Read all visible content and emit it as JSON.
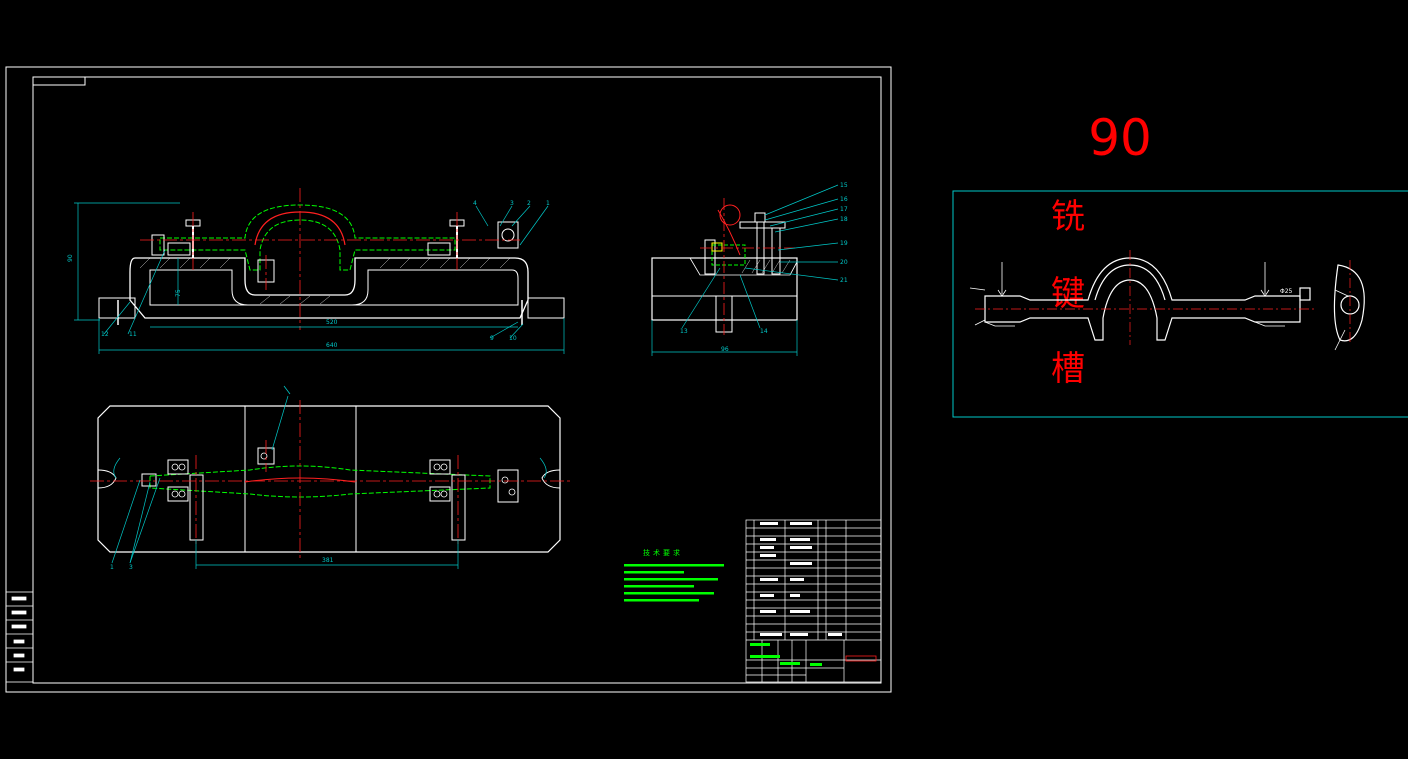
{
  "colors": {
    "background": "#000000",
    "border": "#ffffff",
    "dimension": "#00c8c8",
    "centerline": "#ff2020",
    "part": "#00ff00",
    "label": "#ff0000"
  },
  "side_panel": {
    "operation_number": "90",
    "operation_chars": [
      "铣",
      "键",
      "槽"
    ]
  },
  "balloons": {
    "front": [
      "1",
      "2",
      "3",
      "4",
      "9",
      "10",
      "11",
      "12"
    ],
    "section": [
      "15",
      "16",
      "17",
      "18",
      "19",
      "20",
      "21",
      "13",
      "14"
    ],
    "plan": [
      "1",
      "3"
    ]
  },
  "dimensions": {
    "front_height": "90",
    "front_inner": "75",
    "front_span": "520",
    "front_overall": "640",
    "section_width": "96",
    "plan_span": "381"
  },
  "tech_requirements_title": "技术要求",
  "panel_stock_label": "Φ25"
}
